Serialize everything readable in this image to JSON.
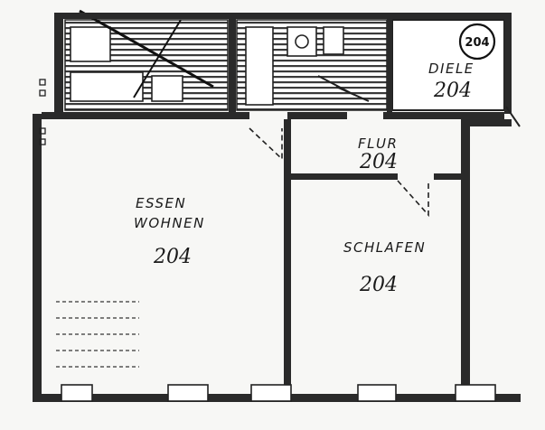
{
  "plan": {
    "apartment_badge": "204",
    "rooms": {
      "diele": {
        "name": "DIELE",
        "number": "204"
      },
      "flur": {
        "name": "FLUR",
        "number": "204"
      },
      "essen_wohnen": {
        "name_line1": "ESSEN",
        "name_line2": "WOHNEN",
        "number": "204"
      },
      "schlafen": {
        "name": "SCHLAFEN",
        "number": "204"
      }
    }
  }
}
